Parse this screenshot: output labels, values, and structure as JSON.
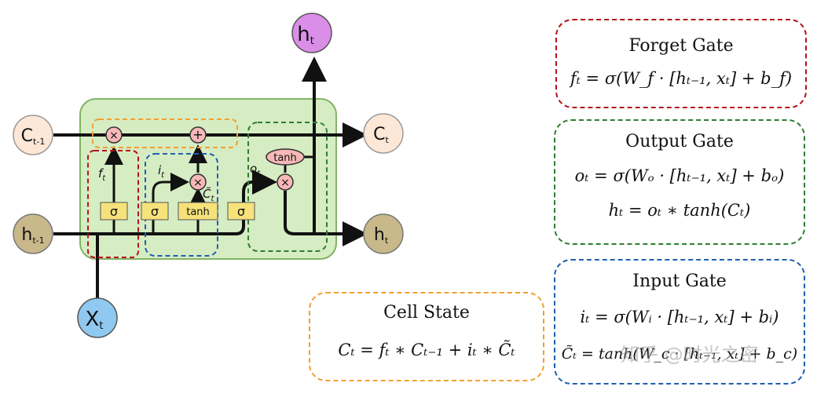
{
  "nodes": {
    "h_out_top": {
      "base": "h",
      "sub": "t"
    },
    "c_prev": {
      "base": "C",
      "sub": "t-1"
    },
    "c_out": {
      "base": "C",
      "sub": "t"
    },
    "h_prev": {
      "base": "h",
      "sub": "t-1"
    },
    "h_out_right": {
      "base": "h",
      "sub": "t"
    },
    "x_in": {
      "base": "X",
      "sub": "t"
    }
  },
  "cell_labels": {
    "sigma": "σ",
    "tanh": "tanh",
    "mult": "×",
    "add": "+",
    "f_gate": {
      "base": "f",
      "sub": "t"
    },
    "i_gate": {
      "base": "i",
      "sub": "t"
    },
    "o_gate": {
      "base": "o",
      "sub": "t"
    },
    "c_tilde": {
      "base": "C̃",
      "sub": "t"
    }
  },
  "colors": {
    "cell_fill": "#d6ecc3",
    "cell_stroke": "#82b366",
    "forget": "#b5121b",
    "output": "#2e7d32",
    "input": "#1f5fae",
    "cellstate": "#f0a030",
    "circle_c": "#fde7d6",
    "circle_h": "#c8b88a",
    "circle_h_top": "#da8ee8",
    "circle_x": "#8fc8f0",
    "gate_fill": "#f6e27a",
    "op_fill": "#f7b8b8"
  },
  "boxes": {
    "forget": {
      "title": "Forget Gate",
      "eq1": "fₜ = σ(W_f · [hₜ₋₁, xₜ] + b_f)"
    },
    "output": {
      "title": "Output Gate",
      "eq1": "oₜ = σ(Wₒ · [hₜ₋₁, xₜ] + bₒ)",
      "eq2": "hₜ = oₜ ∗ tanh(Cₜ)"
    },
    "input": {
      "title": "Input Gate",
      "eq1": "iₜ = σ(Wᵢ · [hₜ₋₁, xₜ] + bᵢ)",
      "eq2": "C̃ₜ = tanh(W_c · [hₜ₋₁, xₜ] + b_c)"
    },
    "cell": {
      "title": "Cell State",
      "eq1": "Cₜ = fₜ ∗ Cₜ₋₁ + iₜ ∗ C̃ₜ"
    }
  },
  "watermark": "知乎 @时光之密"
}
